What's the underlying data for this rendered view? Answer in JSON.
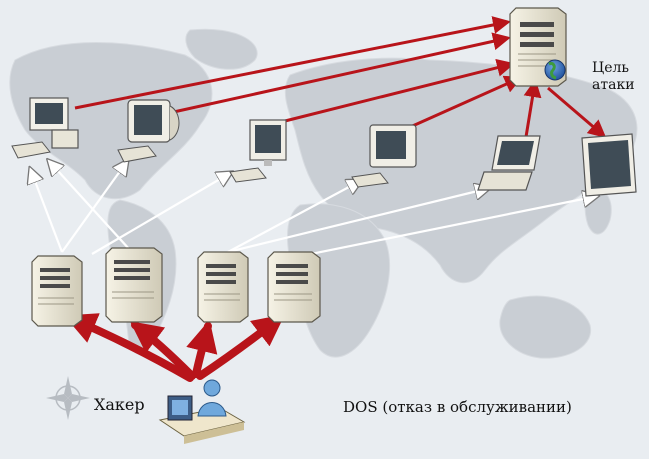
{
  "labels": {
    "target_line1": "Цель",
    "target_line2": "атаки",
    "hacker": "Хакер",
    "caption": "DOS (отказ в обслуживании)"
  },
  "colors": {
    "attack_arrow": "#b8141a",
    "control_arrow": "#ffffff",
    "map_land": "#c9ced4",
    "background": "#e9edf1"
  },
  "icons": {
    "target": "server-tower-icon",
    "globe": "globe-icon",
    "hacker": "hacker-workstation-icon",
    "zombies": [
      "computer-icon",
      "monitor-icon",
      "monitor-icon",
      "crt-monitor-icon",
      "laptop-icon",
      "flat-monitor-icon"
    ],
    "handlers": [
      "server-icon",
      "server-icon",
      "server-icon",
      "server-icon"
    ]
  }
}
